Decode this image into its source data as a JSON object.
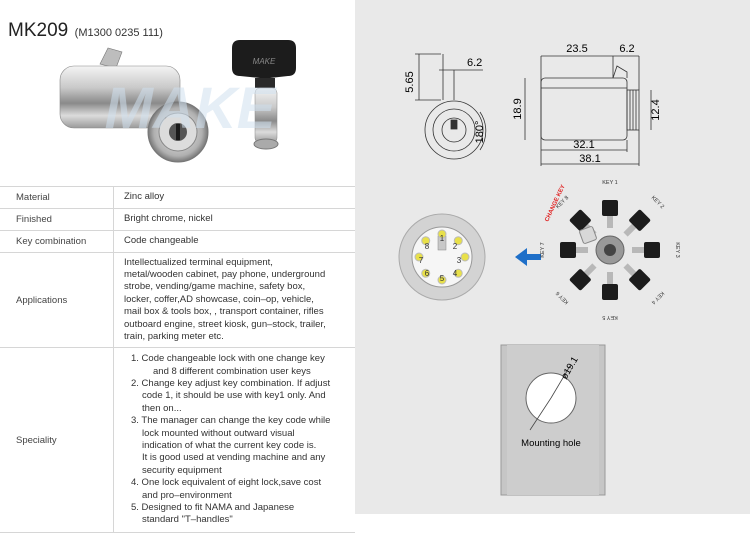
{
  "header": {
    "model": "MK209",
    "code": "(M1300 0235 111)"
  },
  "watermark": "MAKE",
  "specs": [
    {
      "label": "Material",
      "value": "Zinc alloy"
    },
    {
      "label": "Finished",
      "value": "Bright chrome, nickel"
    },
    {
      "label": "Key combination",
      "value": "Code changeable"
    },
    {
      "label": "Applications",
      "lines": [
        "Intellectualized terminal equipment,",
        "metal/wooden cabinet, pay phone, underground",
        "strobe, vending/game machine, safety box,",
        "locker, coffer,AD showcase, coin–op, vehicle,",
        "mail box & tools box, , transport container, rifles",
        "outboard engine, street kiosk, gun–stock, trailer,",
        "train, parking meter etc."
      ]
    },
    {
      "label": "Speciality",
      "lines": [
        "1. Code changeable lock with one change key",
        "and 8 different combination user keys",
        "2. Change key adjust key combination. If adjust",
        "code 1, it should be use with key1 only. And",
        "then on...",
        "3. The manager can change the key code while",
        "lock mounted without outward visual",
        "indication of what the current key code is.",
        "It is good used at vending machine and any",
        "security equipment",
        "4. One lock equivalent of eight lock,save cost",
        "and pro–environment",
        "5. Designed to fit NAMA and Japanese",
        "standard \"T–handles\""
      ]
    }
  ],
  "drawing": {
    "dims": {
      "d565": "5.65",
      "d62a": "6.2",
      "d180": "180°",
      "d235": "23.5",
      "d62b": "6.2",
      "d189": "18.9",
      "d124": "12.4",
      "d321": "32.1",
      "d381": "38.1"
    },
    "dial_numbers": [
      "1",
      "2",
      "3",
      "4",
      "5",
      "6",
      "7",
      "8"
    ],
    "change_key_label": "CHANGE KEY",
    "key_labels": [
      "KEY 1",
      "KEY 2",
      "KEY 3",
      "KEY 4",
      "KEY 5",
      "KEY 6",
      "KEY 7",
      "KEY 8"
    ],
    "hole_diameter": "ø19.1",
    "mounting_label": "Mounting hole"
  },
  "colors": {
    "arrow": "#1e6fc8",
    "change_key": "#e02020",
    "panel": "#e9e9e9",
    "dial_dots": "#e8e04a"
  }
}
